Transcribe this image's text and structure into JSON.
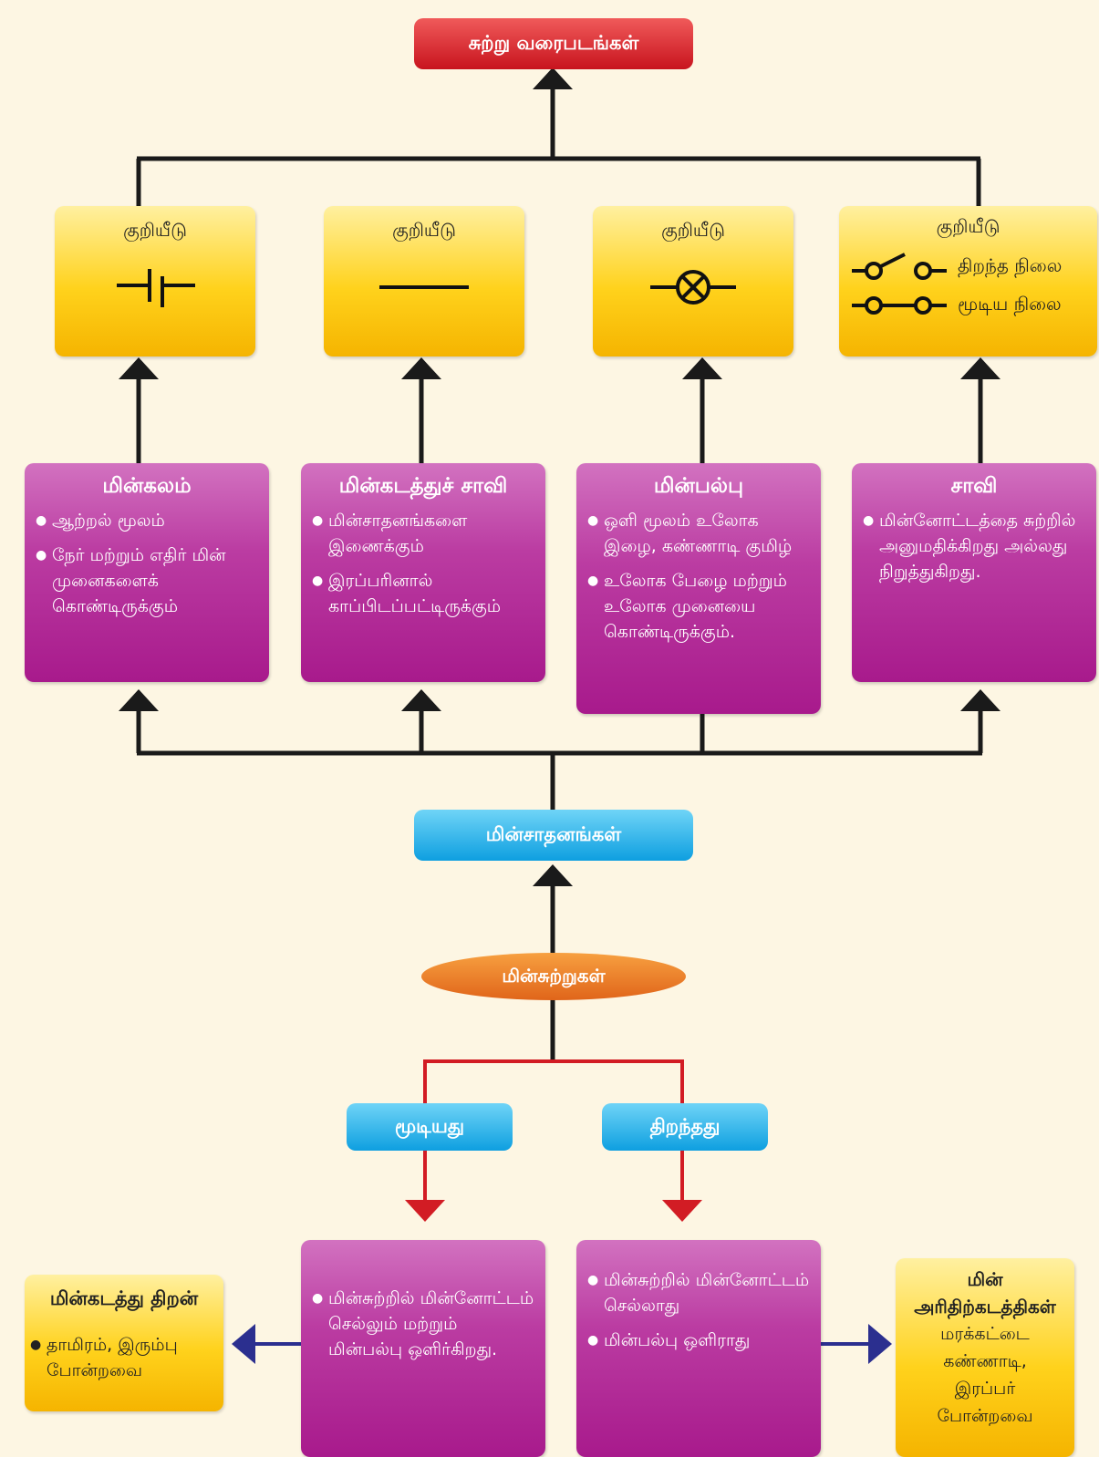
{
  "title": "சுற்று வரைபடங்கள்",
  "symbol_label": "குறியீடு",
  "switch_open": "திறந்த நிலை",
  "switch_closed": "மூடிய நிலை",
  "components": [
    {
      "title": "மின்கலம்",
      "points": [
        "ஆற்றல் மூலம்",
        "நேர் மற்றும் எதிர் மின் முனைகளைக் கொண்டிருக்கும்"
      ]
    },
    {
      "title": "மின்கடத்துச் சாவி",
      "points": [
        "மின்சாதனங்களை இணைக்கும்",
        "இரப்பரினால் காப்பிடப்பட்டிருக்கும்"
      ]
    },
    {
      "title": "மின்பல்பு",
      "points": [
        "ஒளி மூலம் உலோக இழை, கண்ணாடி குமிழ்",
        "உலோக பேழை மற்றும் உலோக முனையை கொண்டிருக்கும்."
      ]
    },
    {
      "title": "சாவி",
      "points": [
        "மின்னோட்டத்தை சுற்றில் அனுமதிக்கிறது அல்லது நிறுத்துகிறது."
      ]
    }
  ],
  "devices": "மின்சாதனங்கள்",
  "circuits": "மின்சுற்றுகள்",
  "closed": "மூடியது",
  "open": "திறந்தது",
  "closed_desc": "மின்சுற்றில் மின்னோட்டம் செல்லும் மற்றும் மின்பல்பு ஒளிர்கிறது.",
  "open_desc": [
    "மின்சுற்றில் மின்னோட்டம் செல்லாது",
    "மின்பல்பு ஒளிராது"
  ],
  "conductors": {
    "title": "மின்கடத்து திறன்",
    "item": "தாமிரம், இரும்பு போன்றவை"
  },
  "insulators": {
    "title": "மின் அரிதிற்கடத்திகள்",
    "items": [
      "மரக்கட்டை",
      "கண்ணாடி,",
      "இரப்பர்",
      "போன்றவை"
    ]
  },
  "colors": {
    "red": "#d21c24",
    "blue": "#1aa6e4",
    "yellow": "#ffd21c",
    "pink": "#b52e99",
    "navy": "#2b2f8f"
  }
}
